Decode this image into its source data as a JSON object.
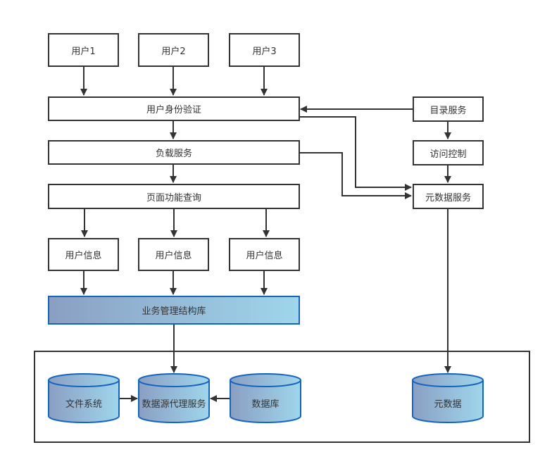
{
  "diagram": {
    "users": [
      {
        "label": "用户1"
      },
      {
        "label": "用户2"
      },
      {
        "label": "用户3"
      }
    ],
    "auth": {
      "label": "用户身份验证"
    },
    "load": {
      "label": "负载服务"
    },
    "page_query": {
      "label": "页面功能查询"
    },
    "user_info": [
      {
        "label": "用户信息"
      },
      {
        "label": "用户信息"
      },
      {
        "label": "用户信息"
      }
    ],
    "business_db": {
      "label": "业务管理结构库"
    },
    "catalog": {
      "label": "目录服务"
    },
    "access_control": {
      "label": "访问控制"
    },
    "metadata_service": {
      "label": "元数据服务"
    },
    "storage": {
      "file_system": {
        "label": "文件系统"
      },
      "proxy": {
        "label": "数据源代理服务"
      },
      "database": {
        "label": "数据库"
      },
      "metadata": {
        "label": "元数据"
      }
    },
    "colors": {
      "line": "#333333",
      "accent_border": "#1565c0",
      "gradient_start": "#8a9fc2",
      "gradient_end": "#9fd6ec"
    }
  }
}
